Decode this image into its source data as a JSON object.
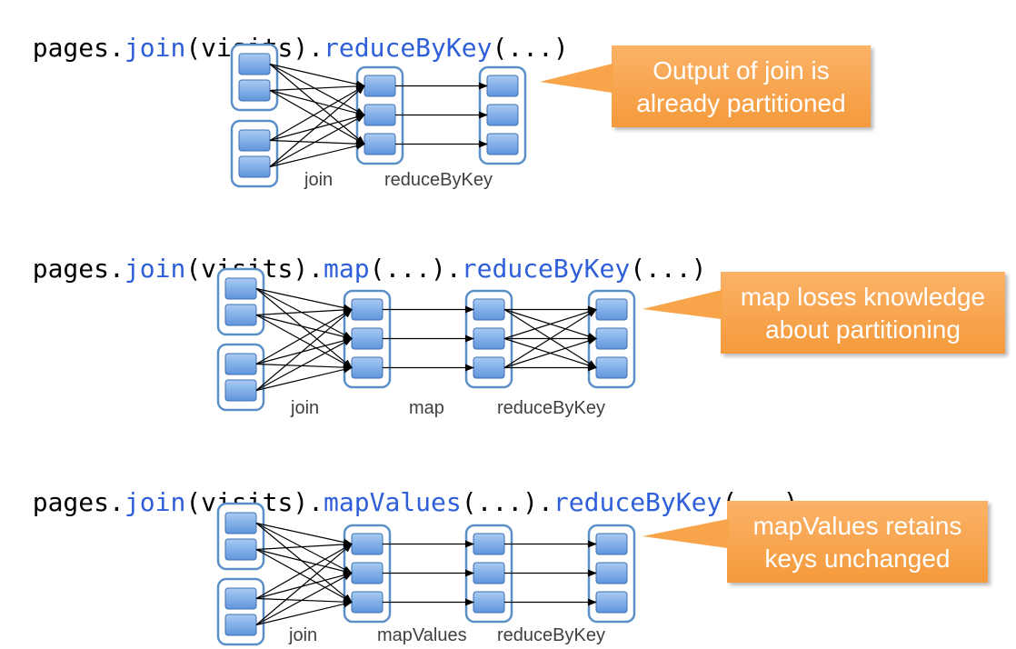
{
  "sections": [
    {
      "code": [
        {
          "t": "pages.",
          "m": false
        },
        {
          "t": "join",
          "m": true
        },
        {
          "t": "(visits).",
          "m": false
        },
        {
          "t": "reduceByKey",
          "m": true
        },
        {
          "t": "(...)",
          "m": false
        }
      ],
      "stage_labels": [
        "join",
        "reduceByKey"
      ],
      "note": [
        "Output of join is",
        "already partitioned"
      ]
    },
    {
      "code": [
        {
          "t": "pages.",
          "m": false
        },
        {
          "t": "join",
          "m": true
        },
        {
          "t": "(visits).",
          "m": false
        },
        {
          "t": "map",
          "m": true
        },
        {
          "t": "(...).",
          "m": false
        },
        {
          "t": "reduceByKey",
          "m": true
        },
        {
          "t": "(...)",
          "m": false
        }
      ],
      "stage_labels": [
        "join",
        "map",
        "reduceByKey"
      ],
      "note": [
        "map loses knowledge",
        "about partitioning"
      ]
    },
    {
      "code": [
        {
          "t": "pages.",
          "m": false
        },
        {
          "t": "join",
          "m": true
        },
        {
          "t": "(visits).",
          "m": false
        },
        {
          "t": "mapValues",
          "m": true
        },
        {
          "t": "(...).",
          "m": false
        },
        {
          "t": "reduceByKey",
          "m": true
        },
        {
          "t": "(...)",
          "m": false
        }
      ],
      "stage_labels": [
        "join",
        "mapValues",
        "reduceByKey"
      ],
      "note": [
        "mapValues retains",
        "keys unchanged"
      ]
    }
  ],
  "colors": {
    "method": "#2f5fd8",
    "partition": "#6aa0e6",
    "group_border": "#5b8fc7",
    "callout": "#f7a44a"
  }
}
